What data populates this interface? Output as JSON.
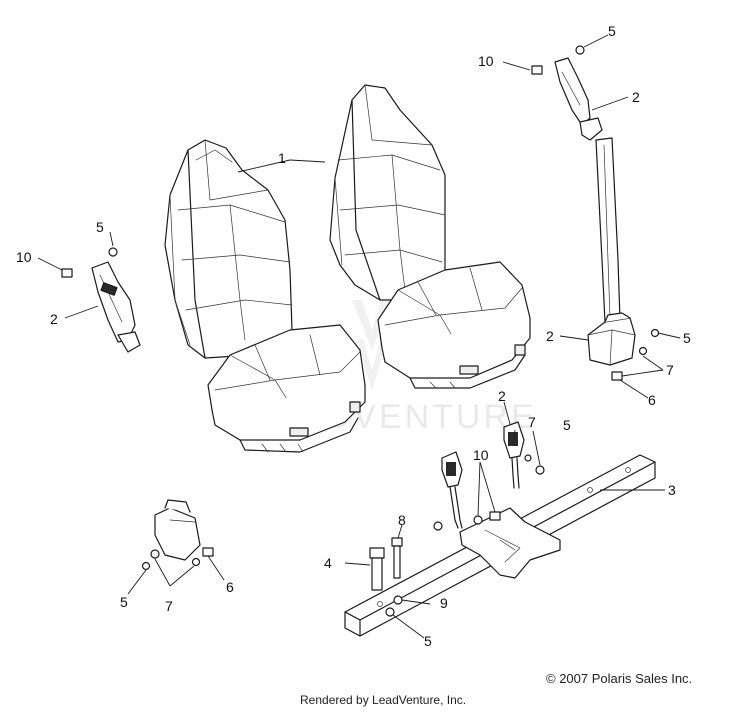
{
  "callouts": {
    "seat_left_1": "1",
    "belt_top_right_2": "2",
    "belt_left_2": "2",
    "belt_anchor_right_2": "2",
    "buckle_center_2": "2",
    "frame_3": "3",
    "bolt_4": "4",
    "nut_top_right_5": "5",
    "nut_left_5": "5",
    "nut_right_mid_5": "5",
    "nut_center_5": "5",
    "nut_bottom_left_5": "5",
    "nut_bottom_5": "5",
    "screw_right_6": "6",
    "screw_bottom_left_6": "6",
    "washer_right_7": "7",
    "washer_center_7": "7",
    "washer_bottom_left_7": "7",
    "bolt_8": "8",
    "washer_9": "9",
    "screw_top_right_10": "10",
    "screw_left_10": "10",
    "screw_center_10": "10"
  },
  "watermark": "ADVENTURE",
  "footer": {
    "copyright": "© 2007 Polaris Sales Inc.",
    "rendered_by": "Rendered by LeadVenture, Inc."
  }
}
